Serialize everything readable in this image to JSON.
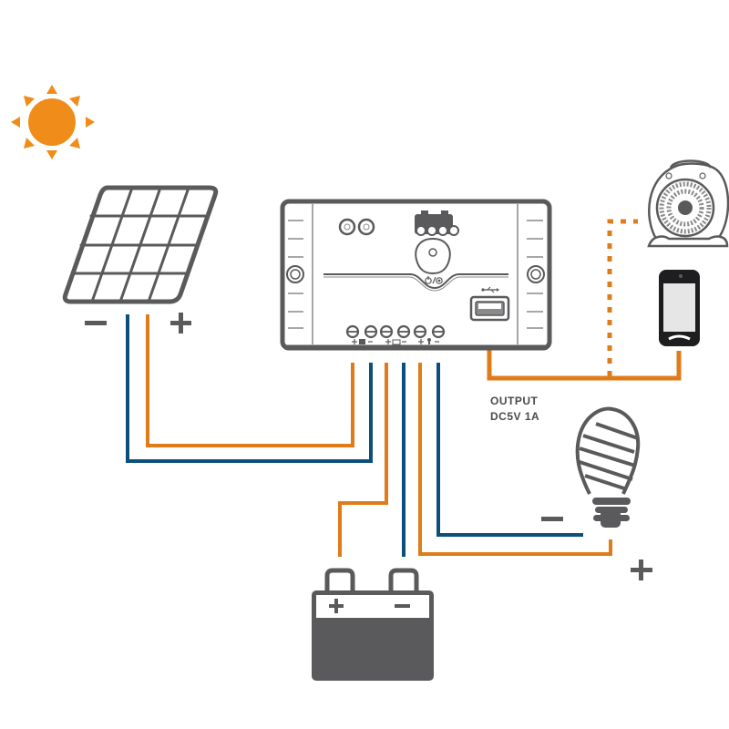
{
  "diagram": {
    "title": "Solar charge controller wiring diagram",
    "colors": {
      "positive_wire": "#e07b1a",
      "negative_wire": "#0d4f7c",
      "device_gray": "#5a595b",
      "sun": "#f08c1a",
      "background": "#ffffff"
    },
    "components": {
      "sun": {
        "name": "Sun"
      },
      "solar_panel": {
        "name": "Solar panel",
        "grid": "4x4",
        "neg_symbol": "−",
        "pos_symbol": "+"
      },
      "controller": {
        "name": "Charge controller",
        "terminals": [
          {
            "id": "panel_pos",
            "symbol": "+"
          },
          {
            "id": "panel_neg",
            "symbol": "−"
          },
          {
            "id": "battery_pos",
            "symbol": "+"
          },
          {
            "id": "battery_neg",
            "symbol": "−"
          },
          {
            "id": "load_pos",
            "symbol": "+"
          },
          {
            "id": "load_neg",
            "symbol": "−"
          }
        ],
        "terminal_icons": [
          "solar-panel",
          "battery",
          "bulb"
        ],
        "power_symbol": "⏻/◎",
        "usb_port": "USB"
      },
      "battery": {
        "name": "Battery",
        "pos_symbol": "+",
        "neg_symbol": "−"
      },
      "bulb": {
        "name": "Light bulb (load)",
        "neg_symbol": "−",
        "pos_symbol": "+"
      },
      "fan": {
        "name": "Fan"
      },
      "phone": {
        "name": "Mobile phone"
      }
    },
    "output_label": {
      "line1": "OUTPUT",
      "line2": "DC5V 1A"
    },
    "connections": [
      {
        "from": "solar_panel.+",
        "to": "controller.panel_pos",
        "color": "orange"
      },
      {
        "from": "solar_panel.-",
        "to": "controller.panel_neg",
        "color": "blue"
      },
      {
        "from": "battery.+",
        "to": "controller.battery_pos",
        "color": "orange"
      },
      {
        "from": "battery.-",
        "to": "controller.battery_neg",
        "color": "blue"
      },
      {
        "from": "bulb.+",
        "to": "controller.load_pos",
        "color": "orange"
      },
      {
        "from": "bulb.-",
        "to": "controller.load_neg",
        "color": "blue"
      },
      {
        "from": "controller.usb",
        "to": "phone",
        "color": "orange",
        "style": "solid"
      },
      {
        "from": "controller.usb",
        "to": "fan",
        "color": "orange",
        "style": "dotted"
      }
    ]
  }
}
